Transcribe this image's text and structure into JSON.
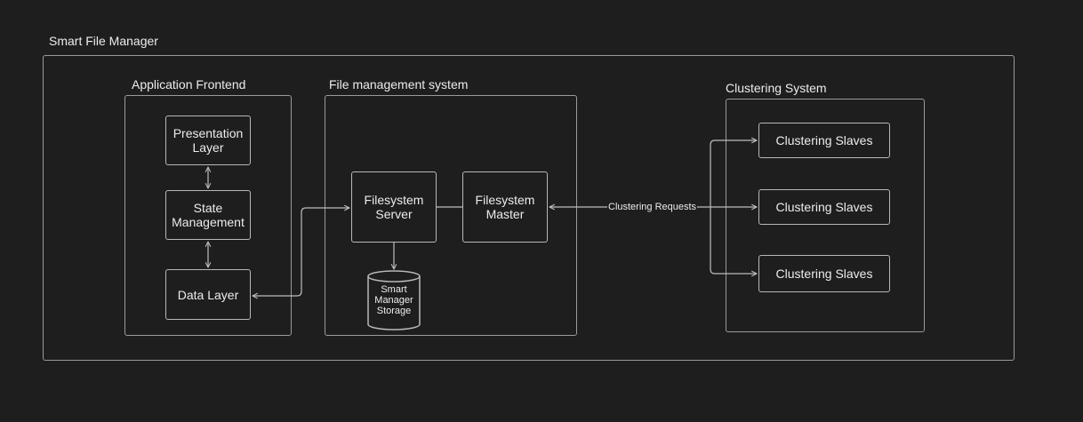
{
  "diagram": {
    "title": "Smart File Manager",
    "groups": {
      "frontend": "Application Frontend",
      "filesystem": "File management system",
      "clustering": "Clustering System"
    },
    "nodes": {
      "presentation": "Presentation\nLayer",
      "state": "State\nManagement",
      "data": "Data Layer",
      "fs_server": "Filesystem\nServer",
      "fs_master": "Filesystem\nMaster",
      "storage": "Smart\nManager\nStorage",
      "slave_1": "Clustering Slaves",
      "slave_2": "Clustering Slaves",
      "slave_3": "Clustering Slaves"
    },
    "edges": {
      "cluster_requests": "Clustering Requests"
    }
  }
}
